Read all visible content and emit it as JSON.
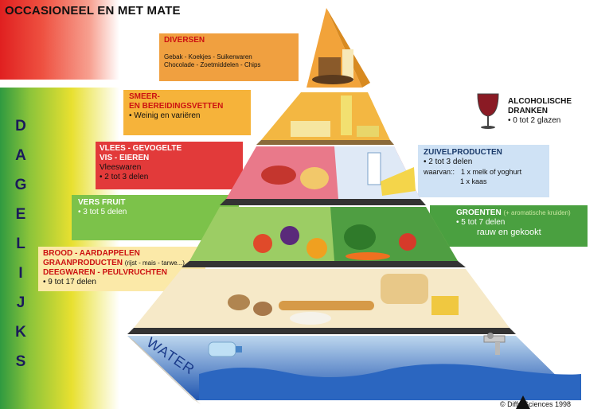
{
  "title": "OCCASIONEEL EN MET MATE",
  "side_letters": [
    "D",
    "A",
    "G",
    "E",
    "L",
    "I",
    "J",
    "K",
    "S"
  ],
  "levels": {
    "diversen": {
      "heading": "DIVERSEN",
      "line1": "Gebak - Koekjes - Suikerwaren",
      "line2": "Chocolade - Zoetmiddelen - Chips"
    },
    "vetten": {
      "heading1": "SMEER-",
      "heading2": "EN BEREIDINGSVETTEN",
      "detail": "• Weinig en variëren"
    },
    "vlees": {
      "heading1": "VLEES - GEVOGELTE",
      "heading2": "VIS - EIEREN",
      "heading3": "Vleeswaren",
      "detail": "• 2 tot 3 delen"
    },
    "zuivel": {
      "heading": "ZUIVELPRODUCTEN",
      "detail": "• 2 tot 3 delen",
      "prefix": "waarvan::",
      "line1": "1 x melk of yoghurt",
      "line2": "1 x kaas"
    },
    "fruit": {
      "heading": "VERS FRUIT",
      "detail": "• 3 tot 5 delen"
    },
    "groenten": {
      "heading": "GROENTEN",
      "note": "(+ aromatische kruiden)",
      "detail": "• 5 tot 7 delen",
      "detail2": "rauw en gekookt"
    },
    "brood": {
      "heading1": "BROOD - AARDAPPELEN",
      "heading2": "GRAANPRODUCTEN",
      "heading2_note": "(rijst - mais - tarwe...)",
      "heading3": "DEEGWAREN - PEULVRUCHTEN",
      "detail": "• 9 tot 17 delen"
    },
    "water": {
      "label": "WATER"
    },
    "alcohol": {
      "heading1": "ALCOHOLISCHE",
      "heading2": "DRANKEN",
      "detail": "• 0 tot 2 glazen"
    }
  },
  "credit": "© Diffo Sciences 1998",
  "colors": {
    "occasional_gradient": "#e02020",
    "daily_gradient": "#2f9a40",
    "diversen_box": "#f0a040",
    "vetten_box": "#f6b33a",
    "vlees_box": "#e23a3a",
    "zuivel_box": "#cfe2f5",
    "fruit_box": "#7cc24a",
    "groenten_box": "#4aa040",
    "brood_box": "#fbe9a8",
    "water": "#2b66c0"
  },
  "icons": [
    "wine-glass-icon",
    "water-tap-icon",
    "water-bottle-icon",
    "publisher-logo-icon"
  ]
}
